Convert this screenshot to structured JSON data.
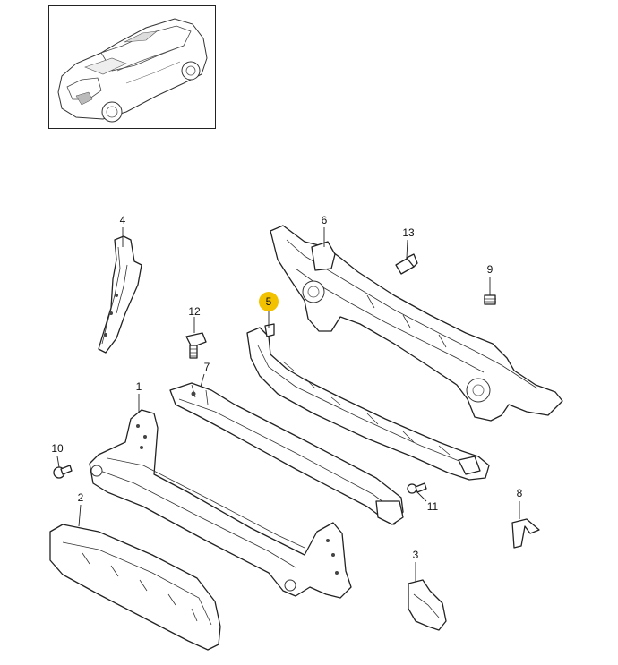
{
  "diagram": {
    "callouts": [
      {
        "id": "p1",
        "label": "1"
      },
      {
        "id": "p2",
        "label": "2"
      },
      {
        "id": "p3",
        "label": "3"
      },
      {
        "id": "p4",
        "label": "4"
      },
      {
        "id": "p5",
        "label": "5",
        "highlighted": true
      },
      {
        "id": "p6",
        "label": "6"
      },
      {
        "id": "p7",
        "label": "7"
      },
      {
        "id": "p8",
        "label": "8"
      },
      {
        "id": "p9",
        "label": "9"
      },
      {
        "id": "p10",
        "label": "10"
      },
      {
        "id": "p11",
        "label": "11"
      },
      {
        "id": "p12",
        "label": "12"
      },
      {
        "id": "p13",
        "label": "13"
      }
    ],
    "highlight_color": "#f2c200",
    "line_color": "#222222"
  }
}
